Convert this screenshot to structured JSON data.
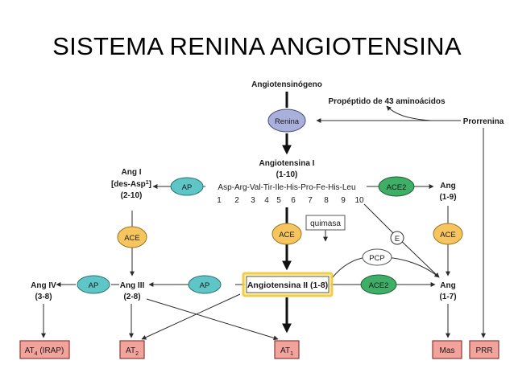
{
  "title": "SISTEMA RENINA ANGIOTENSINA",
  "nodes": {
    "angiotensinogeno": "Angiotensinógeno",
    "propeptido": "Propéptido de 43 aminoácidos",
    "prorrenina": "Prorrenina",
    "angiotensina_i": "Angiotensina I",
    "angiotensina_i_range": "(1-10)",
    "sequence": "Asp-Arg-Val-Tir-Ile-His-Pro-Fe-His-Leu",
    "ang_i_des_line1": "Ang I",
    "ang_i_des_line2_pre": "[des-Asp",
    "ang_i_des_line2_sup": "1",
    "ang_i_des_line2_post": "]",
    "ang_i_des_line3": "(2-10)",
    "ang_1_9": "Ang",
    "ang_1_9_range": "(1-9)",
    "angiotensina_ii": "Angiotensina II (1-8)",
    "ang_iii": "Ang III",
    "ang_iii_range": "(2-8)",
    "ang_iv": "Ang IV",
    "ang_iv_range": "(3-8)",
    "ang_1_7": "Ang",
    "ang_1_7_range": "(1-7)",
    "quimasa": "quimasa"
  },
  "positions": [
    "1",
    "2",
    "3",
    "4",
    "5",
    "6",
    "7",
    "8",
    "9",
    "10"
  ],
  "enzymes": {
    "renina": "Renina",
    "ap": "AP",
    "ace": "ACE",
    "ace2": "ACE2",
    "pcp": "PCP",
    "e": "E"
  },
  "receptors": {
    "at4_main": "AT",
    "at4_sub": "4",
    "at4_suffix": " (IRAP)",
    "at2_main": "AT",
    "at2_sub": "2",
    "at1_main": "AT",
    "at1_sub": "1",
    "mas": "Mas",
    "prr": "PRR"
  },
  "colors": {
    "renina_fill": "#a9b0dc",
    "ap_fill": "#5fc6c8",
    "ace_fill": "#f6c55f",
    "ace2_fill": "#3fae66",
    "receptor_fill": "#f2a39c",
    "receptor_stroke": "#8a3a33",
    "highlight_fill": "#fbf1b0",
    "highlight_stroke": "#f0c83a"
  }
}
